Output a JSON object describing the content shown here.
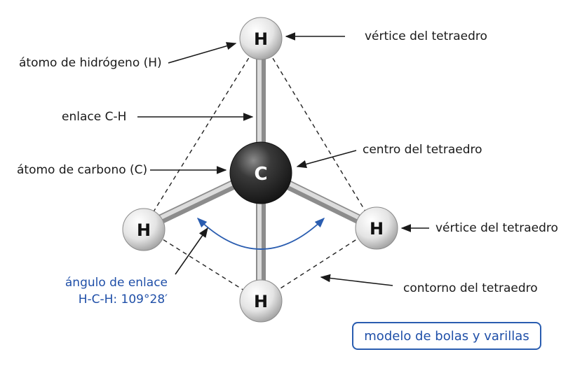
{
  "atoms": {
    "carbon": "C",
    "hydrogen": "H"
  },
  "labels": {
    "hydrogen_atom": "átomo de hidrógeno (H)",
    "ch_bond": "enlace C-H",
    "carbon_atom": "átomo de carbono (C)",
    "vertex_top": "vértice del tetraedro",
    "center": "centro del tetraedro",
    "vertex_right": "vértice del tetraedro",
    "outline": "contorno del tetraedro",
    "bond_angle_line1": "ángulo de enlace",
    "bond_angle_line2": "H-C-H: 109°28′"
  },
  "legend": "modelo de bolas y varillas",
  "colors": {
    "accent_blue": "#1f4fa8",
    "carbon": "#2b2b2b",
    "hydrogen": "#e8e8e8",
    "text": "#1a1a1a"
  }
}
